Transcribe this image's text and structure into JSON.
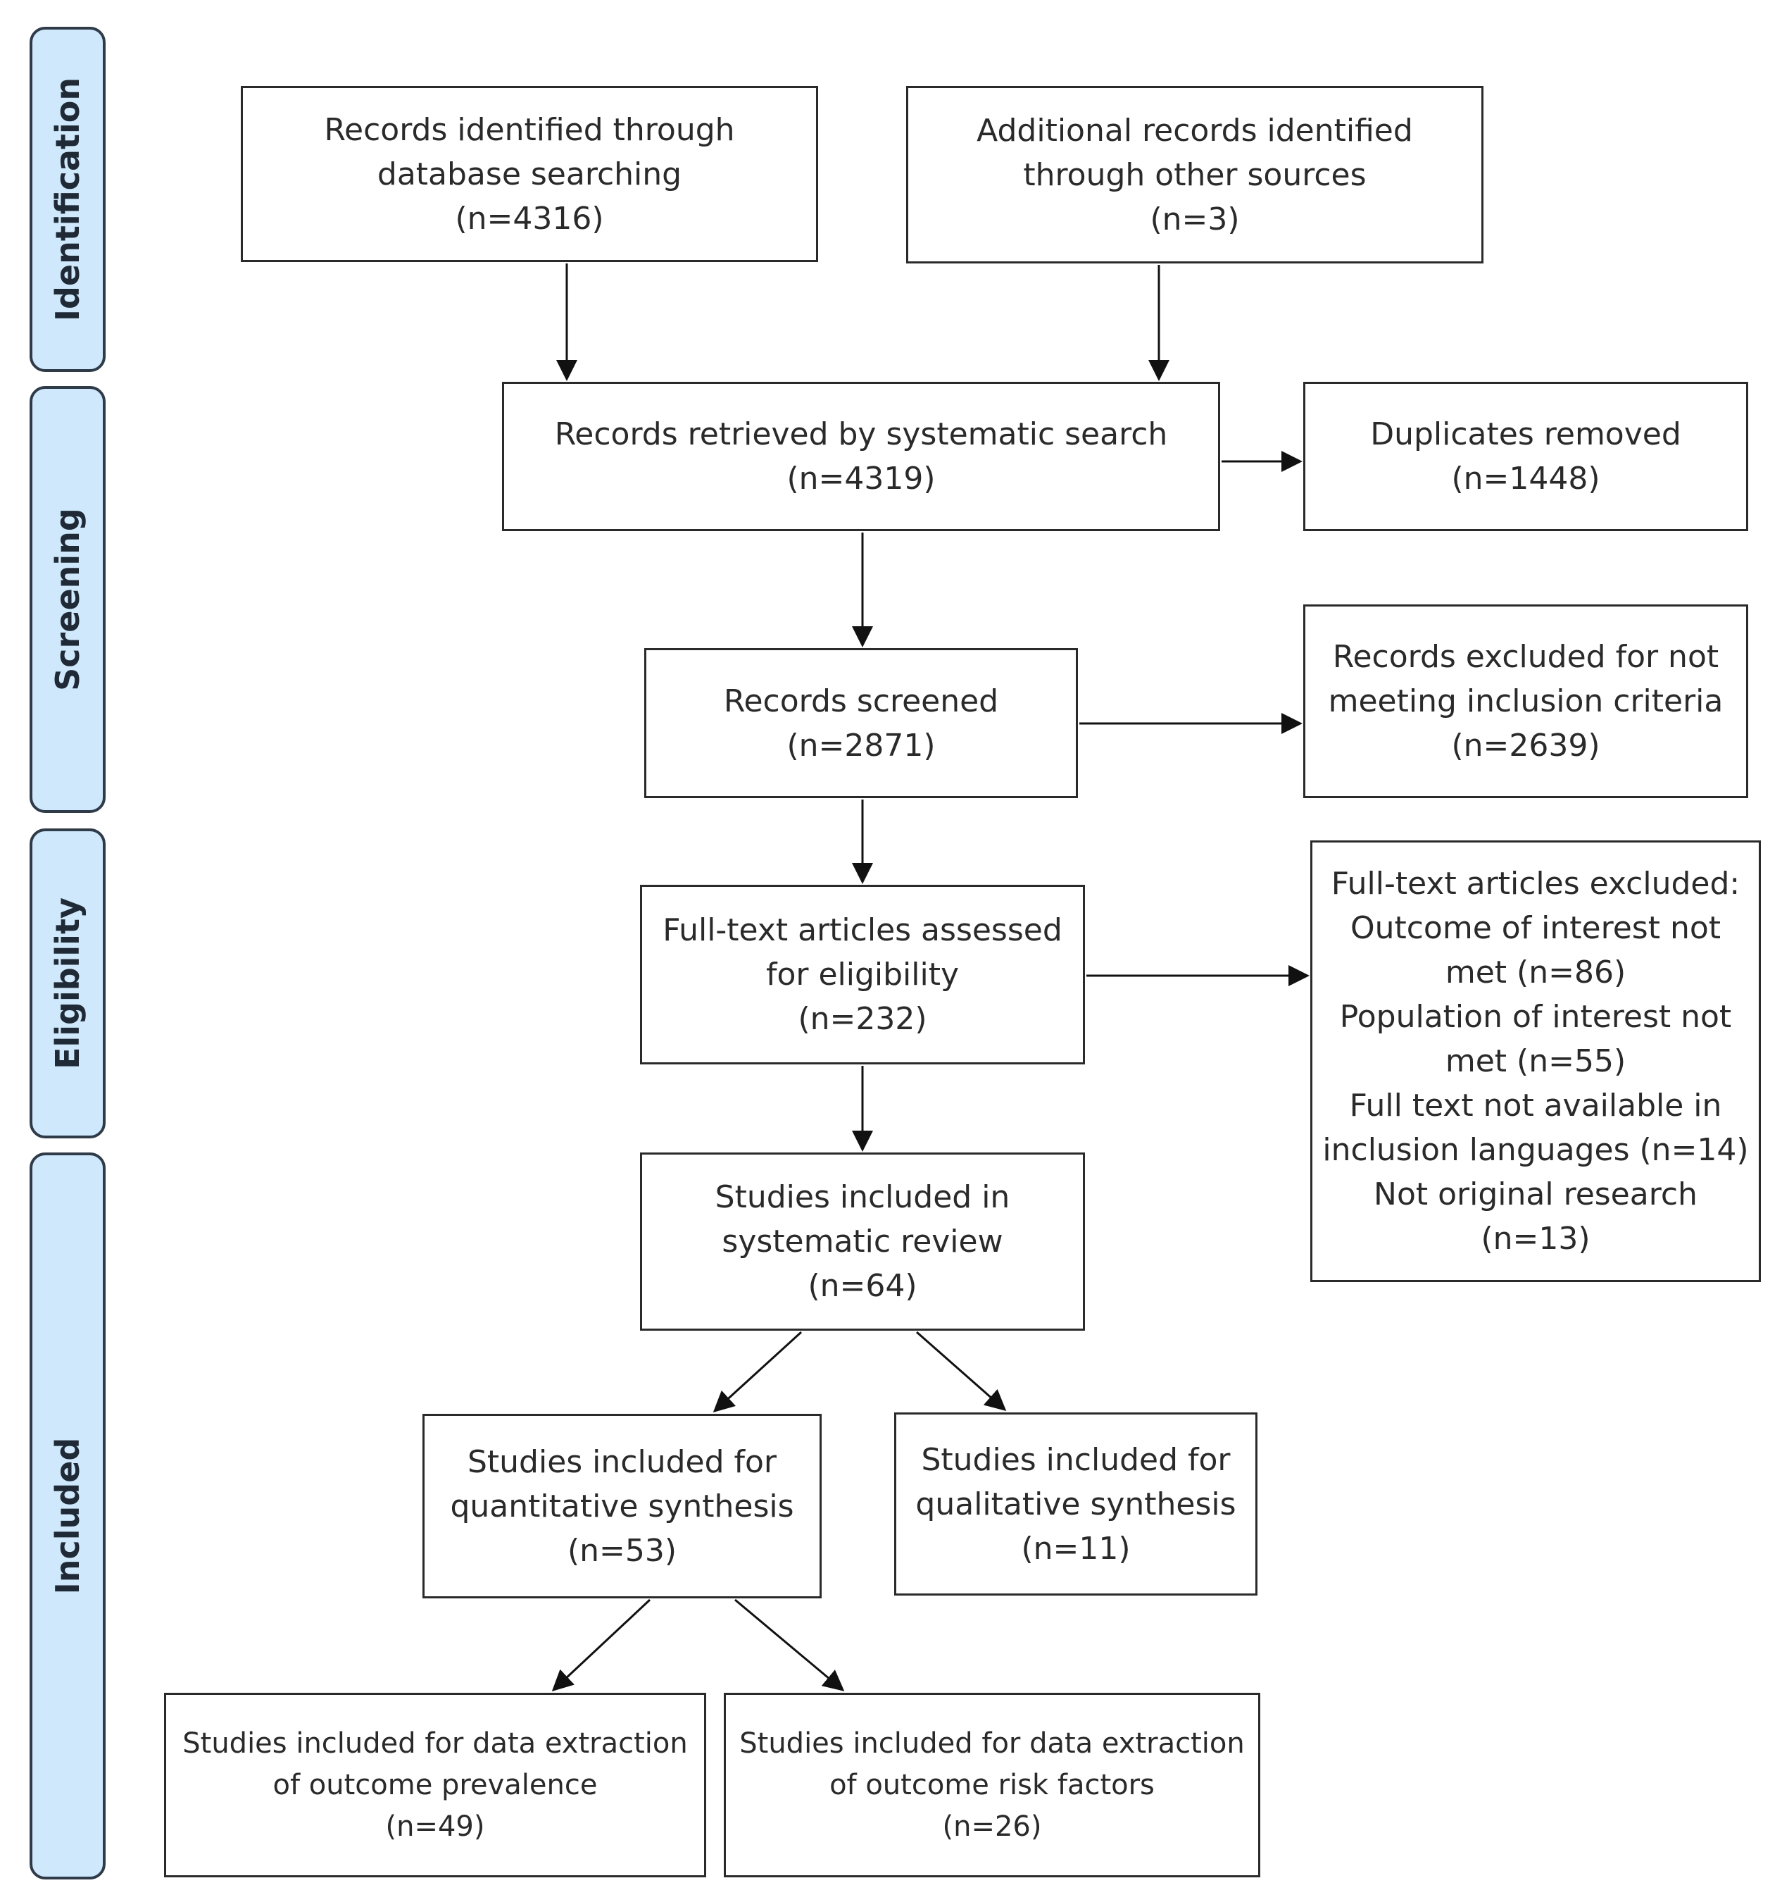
{
  "phases": {
    "identification": "Identification",
    "screening": "Screening",
    "eligibility": "Eligibility",
    "included": "Included"
  },
  "boxes": {
    "database_search": "Records identified through\ndatabase searching\n(n=4316)",
    "other_sources": "Additional records identified\nthrough other sources\n(n=3)",
    "retrieved": "Records retrieved by systematic search\n(n=4319)",
    "duplicates": "Duplicates removed\n(n=1448)",
    "screened": "Records screened\n(n=2871)",
    "excluded_criteria": "Records excluded for not\nmeeting inclusion criteria\n(n=2639)",
    "fulltext_assessed": "Full-text articles assessed\nfor eligibility\n(n=232)",
    "fulltext_excluded": "Full-text articles excluded:\nOutcome of interest not\nmet (n=86)\nPopulation of interest not\nmet (n=55)\nFull text not available in\ninclusion languages (n=14)\nNot original research\n(n=13)",
    "systematic_review": "Studies included in\nsystematic review\n(n=64)",
    "quantitative": "Studies included for\nquantitative synthesis\n(n=53)",
    "qualitative": "Studies included for\nqualitative synthesis\n(n=11)",
    "prevalence": "Studies included for data extraction\nof outcome prevalence\n(n=49)",
    "risk_factors": "Studies included for data extraction\nof outcome risk factors\n(n=26)"
  }
}
